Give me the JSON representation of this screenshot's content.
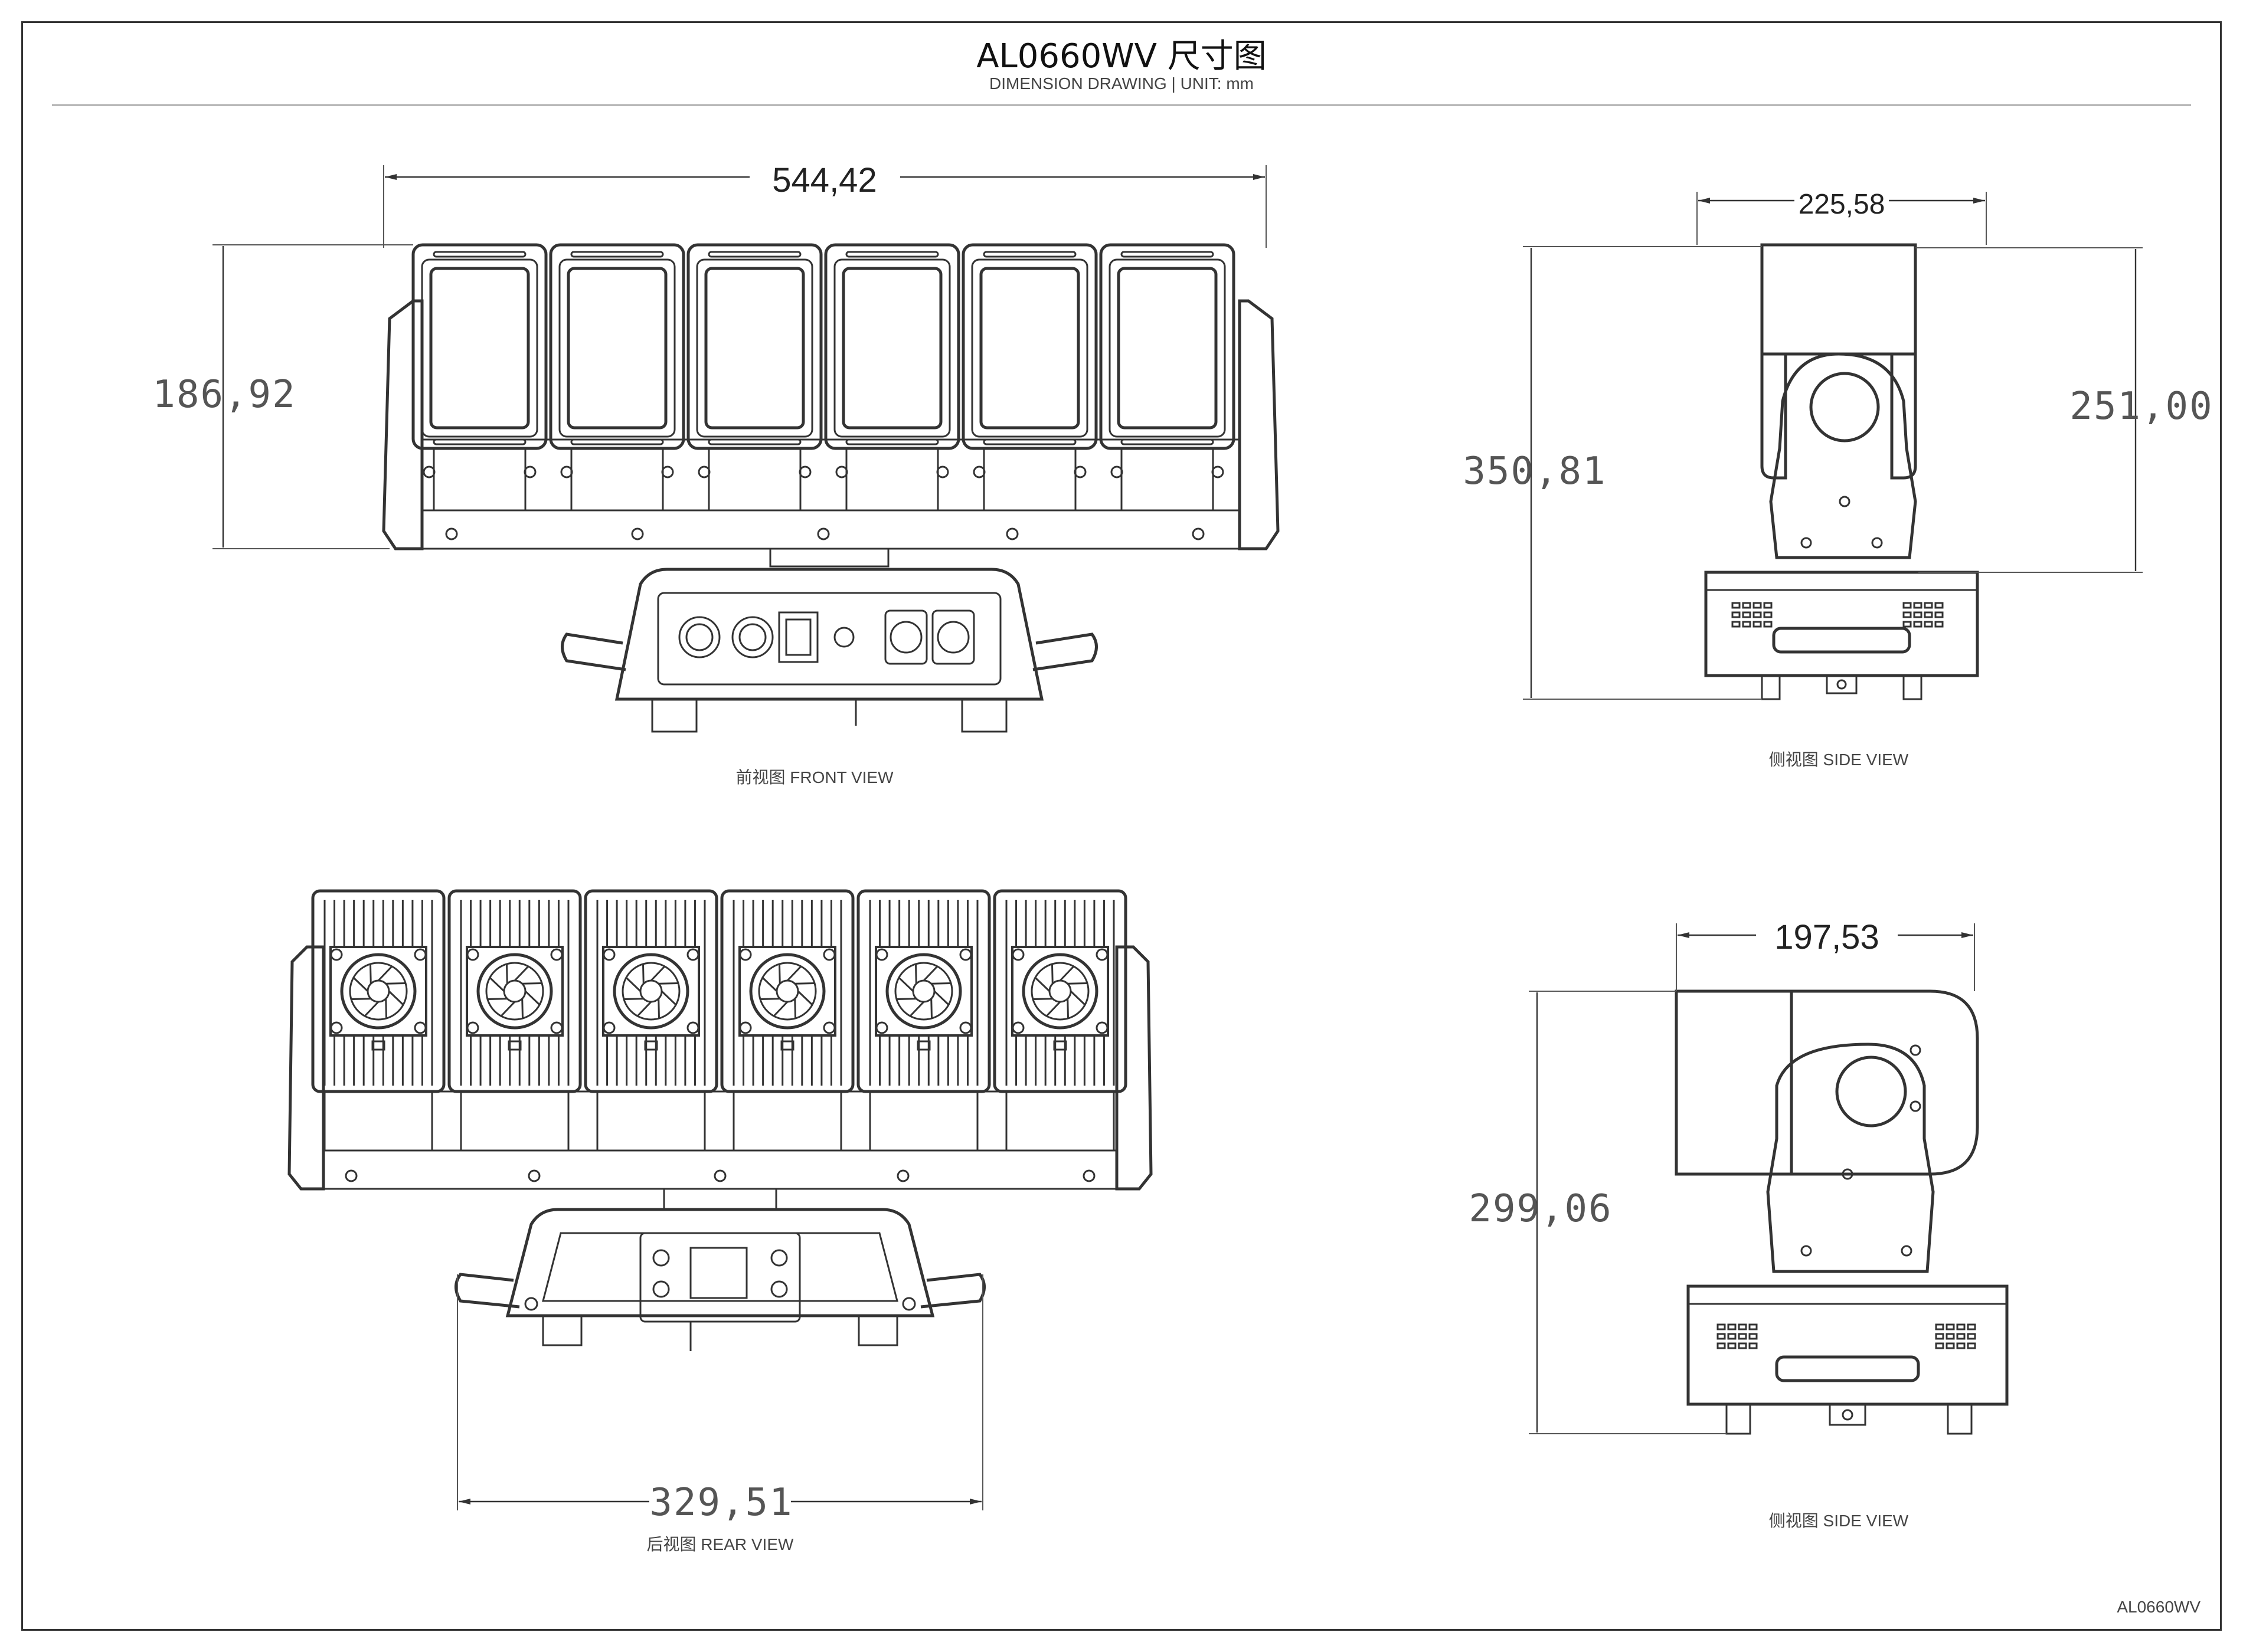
{
  "header": {
    "title": "AL0660WV 尺寸图",
    "subtitle": "DIMENSION DRAWING  |  UNIT: mm"
  },
  "views": {
    "front": {
      "caption": "前视图  FRONT VIEW",
      "width_label": "544,42",
      "height_label": "186,92"
    },
    "side_top": {
      "caption": "侧视图  SIDE VIEW",
      "width_label": "225,58",
      "total_height_label": "350,81",
      "head_height_label": "251,00"
    },
    "rear": {
      "caption": "后视图  REAR VIEW",
      "base_width_label": "329,51"
    },
    "side_bottom": {
      "caption": "侧视图  SIDE VIEW",
      "width_label": "197,53",
      "height_label": "299,06"
    }
  },
  "footer": {
    "model": "AL0660WV"
  }
}
